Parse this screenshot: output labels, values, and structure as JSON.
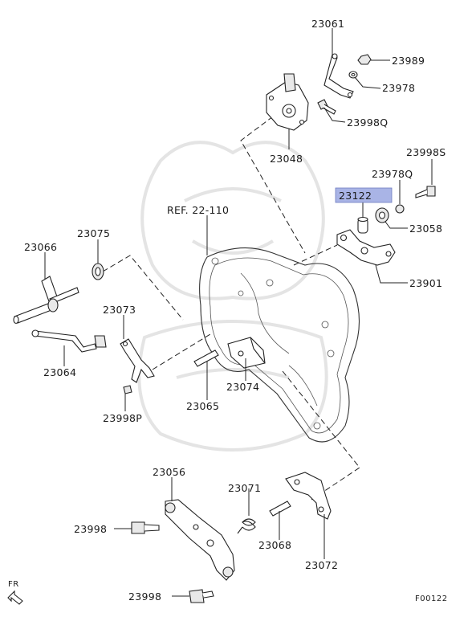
{
  "diagram": {
    "reference": "REF. 22-110",
    "figure_code": "F00122",
    "direction": "FR",
    "highlight_color": "#a9b4e6",
    "parts": [
      {
        "id": "p23061",
        "number": "23061"
      },
      {
        "id": "p23989",
        "number": "23989"
      },
      {
        "id": "p23978",
        "number": "23978"
      },
      {
        "id": "p23998q",
        "number": "23998Q"
      },
      {
        "id": "p23048",
        "number": "23048"
      },
      {
        "id": "p23998s",
        "number": "23998S"
      },
      {
        "id": "p23978q",
        "number": "23978Q"
      },
      {
        "id": "p23122",
        "number": "23122",
        "highlighted": true
      },
      {
        "id": "p23058",
        "number": "23058"
      },
      {
        "id": "p23901",
        "number": "23901"
      },
      {
        "id": "p23066",
        "number": "23066"
      },
      {
        "id": "p23075",
        "number": "23075"
      },
      {
        "id": "p23073",
        "number": "23073"
      },
      {
        "id": "p23064",
        "number": "23064"
      },
      {
        "id": "p23065",
        "number": "23065"
      },
      {
        "id": "p23074",
        "number": "23074"
      },
      {
        "id": "p23998p",
        "number": "23998P"
      },
      {
        "id": "p23056",
        "number": "23056"
      },
      {
        "id": "p23071",
        "number": "23071"
      },
      {
        "id": "p23998a",
        "number": "23998"
      },
      {
        "id": "p23068",
        "number": "23068"
      },
      {
        "id": "p23072",
        "number": "23072"
      },
      {
        "id": "p23998b",
        "number": "23998"
      }
    ]
  }
}
